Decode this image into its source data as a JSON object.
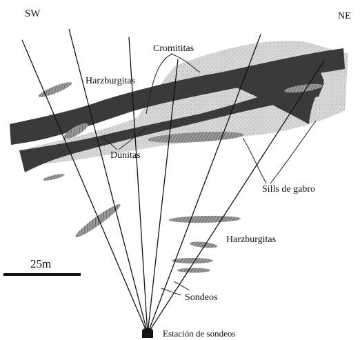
{
  "orientation": {
    "left": "SW",
    "right": "NE"
  },
  "labels": {
    "cromititas": "Cromititas",
    "harzburgitas_top": "Harzburgitas",
    "dunitas": "Dunitas",
    "sills": "Sills de gabro",
    "harzburgitas_bottom": "Harzburgitas",
    "sondeos": "Sondeos",
    "estacion": "Estación de sondeos"
  },
  "scale_bar": {
    "label": "25m"
  },
  "colors": {
    "chromitite": "#3a3a3a",
    "dunite": "#cfcfcf",
    "gabbro_sill": "#8a8a8a",
    "drill_line": "#111111"
  }
}
